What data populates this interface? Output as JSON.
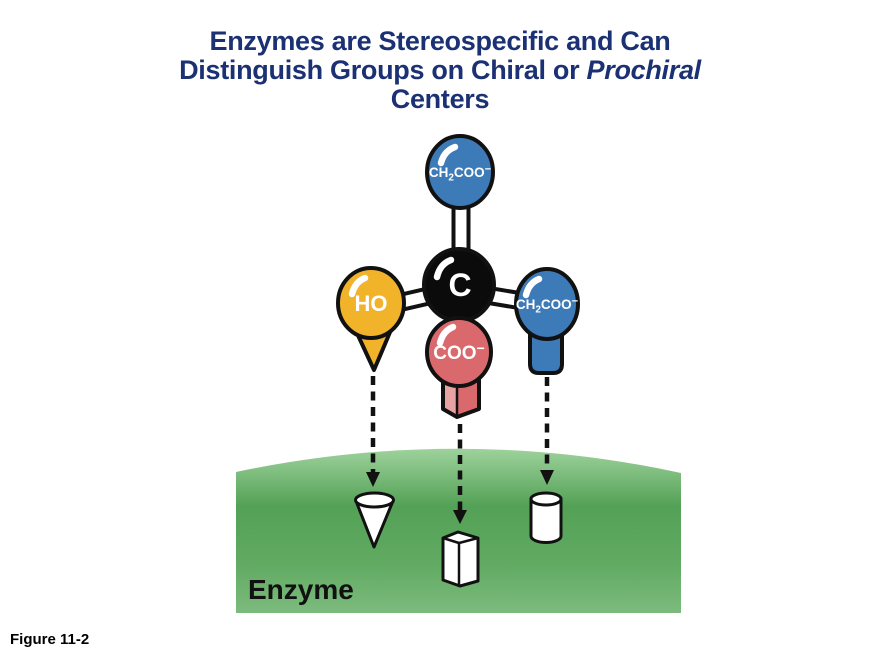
{
  "title": {
    "line1": "Enzymes are Stereospecific and Can",
    "line2_text": "Distinguish Groups on Chiral or ",
    "line2_italic": "Prochiral",
    "line3": "Centers"
  },
  "figure_label": "Figure 11-2",
  "molecule": {
    "central_atom": {
      "symbol": "C"
    },
    "groups": {
      "top": {
        "formula_main": "CH",
        "formula_sub": "2",
        "formula_rest": "COO",
        "formula_charge": "−"
      },
      "left": {
        "label": "HO"
      },
      "bottom": {
        "formula_rest": "COO",
        "formula_charge": "−"
      },
      "right": {
        "formula_main": "CH",
        "formula_sub": "2",
        "formula_rest": "COO",
        "formula_charge": "−"
      }
    }
  },
  "enzyme": {
    "label": "Enzyme"
  },
  "colors": {
    "title_navy": "#1b3173",
    "blue_group": "#3d7ab8",
    "yellow_group": "#f0b32a",
    "red_group": "#d9696d",
    "red_group_light": "#eaa3a3",
    "carbon_black": "#0b0b0b",
    "outline_black": "#111111",
    "green_top": "#9ed29c",
    "green_dark": "#53a156",
    "green_mid": "#61aa62",
    "green_bottom": "#7cbb7d"
  }
}
